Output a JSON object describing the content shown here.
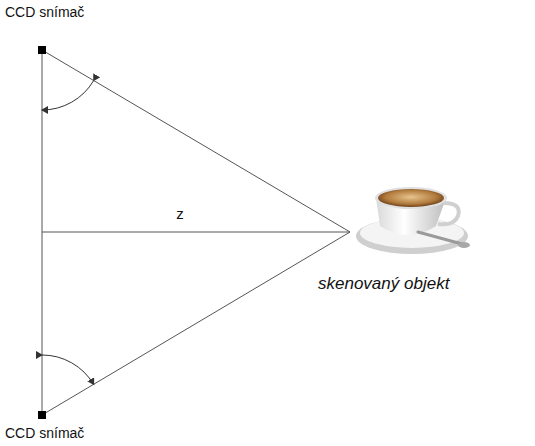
{
  "diagram": {
    "labels": [
      "CCD snímač",
      "z",
      "skenovaný objekt",
      "CCD snímač"
    ]
  }
}
